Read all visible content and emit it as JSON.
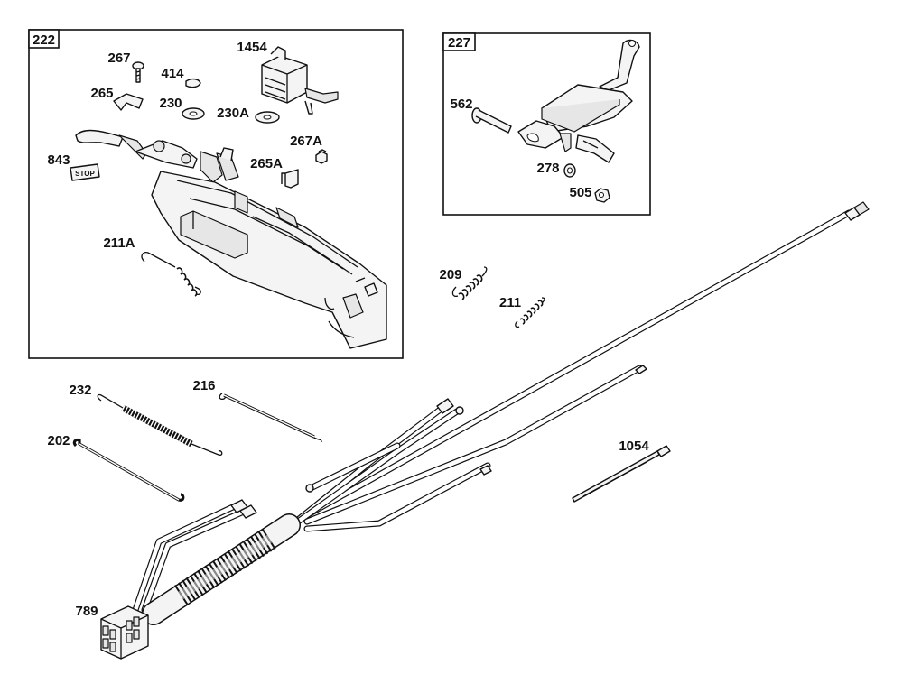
{
  "groups": [
    {
      "id": "222"
    },
    {
      "id": "227"
    }
  ],
  "labels": {
    "p267": "267",
    "p414": "414",
    "p1454": "1454",
    "p265": "265",
    "p230": "230",
    "p230A": "230A",
    "p267A": "267A",
    "p843": "843",
    "p265A": "265A",
    "p211A": "211A",
    "p562": "562",
    "p278": "278",
    "p505": "505",
    "p209": "209",
    "p211": "211",
    "p232": "232",
    "p216": "216",
    "p202": "202",
    "p1054": "1054",
    "p789": "789"
  },
  "decal_text": "STOP"
}
